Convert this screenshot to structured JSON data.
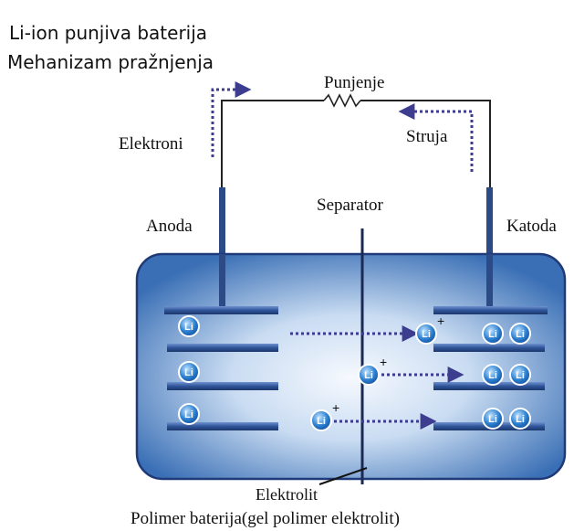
{
  "title": {
    "line1": "Li-ion punjiva baterija",
    "line2": "Mehanizam pražnjenja"
  },
  "labels": {
    "charge": "Punjenje",
    "electrons": "Elektroni",
    "current": "Struja",
    "separator": "Separator",
    "anode": "Anoda",
    "cathode": "Katoda",
    "electrolyte": "Elektrolit",
    "caption": "Polimer baterija(gel polimer elektrolit)"
  },
  "ion": {
    "symbol": "Li",
    "charge": "+"
  },
  "colors": {
    "wire": "#222222",
    "terminal": "#2b4a86",
    "case_border": "#1f3a78",
    "case_fill_edge": "#3f74b8",
    "case_fill_center": "#f4f8fd",
    "plate": "#2f5599",
    "arrow": "#3d3d8f",
    "ion_fill": "#2b7fd0",
    "ion_ring": "#ffffff"
  }
}
